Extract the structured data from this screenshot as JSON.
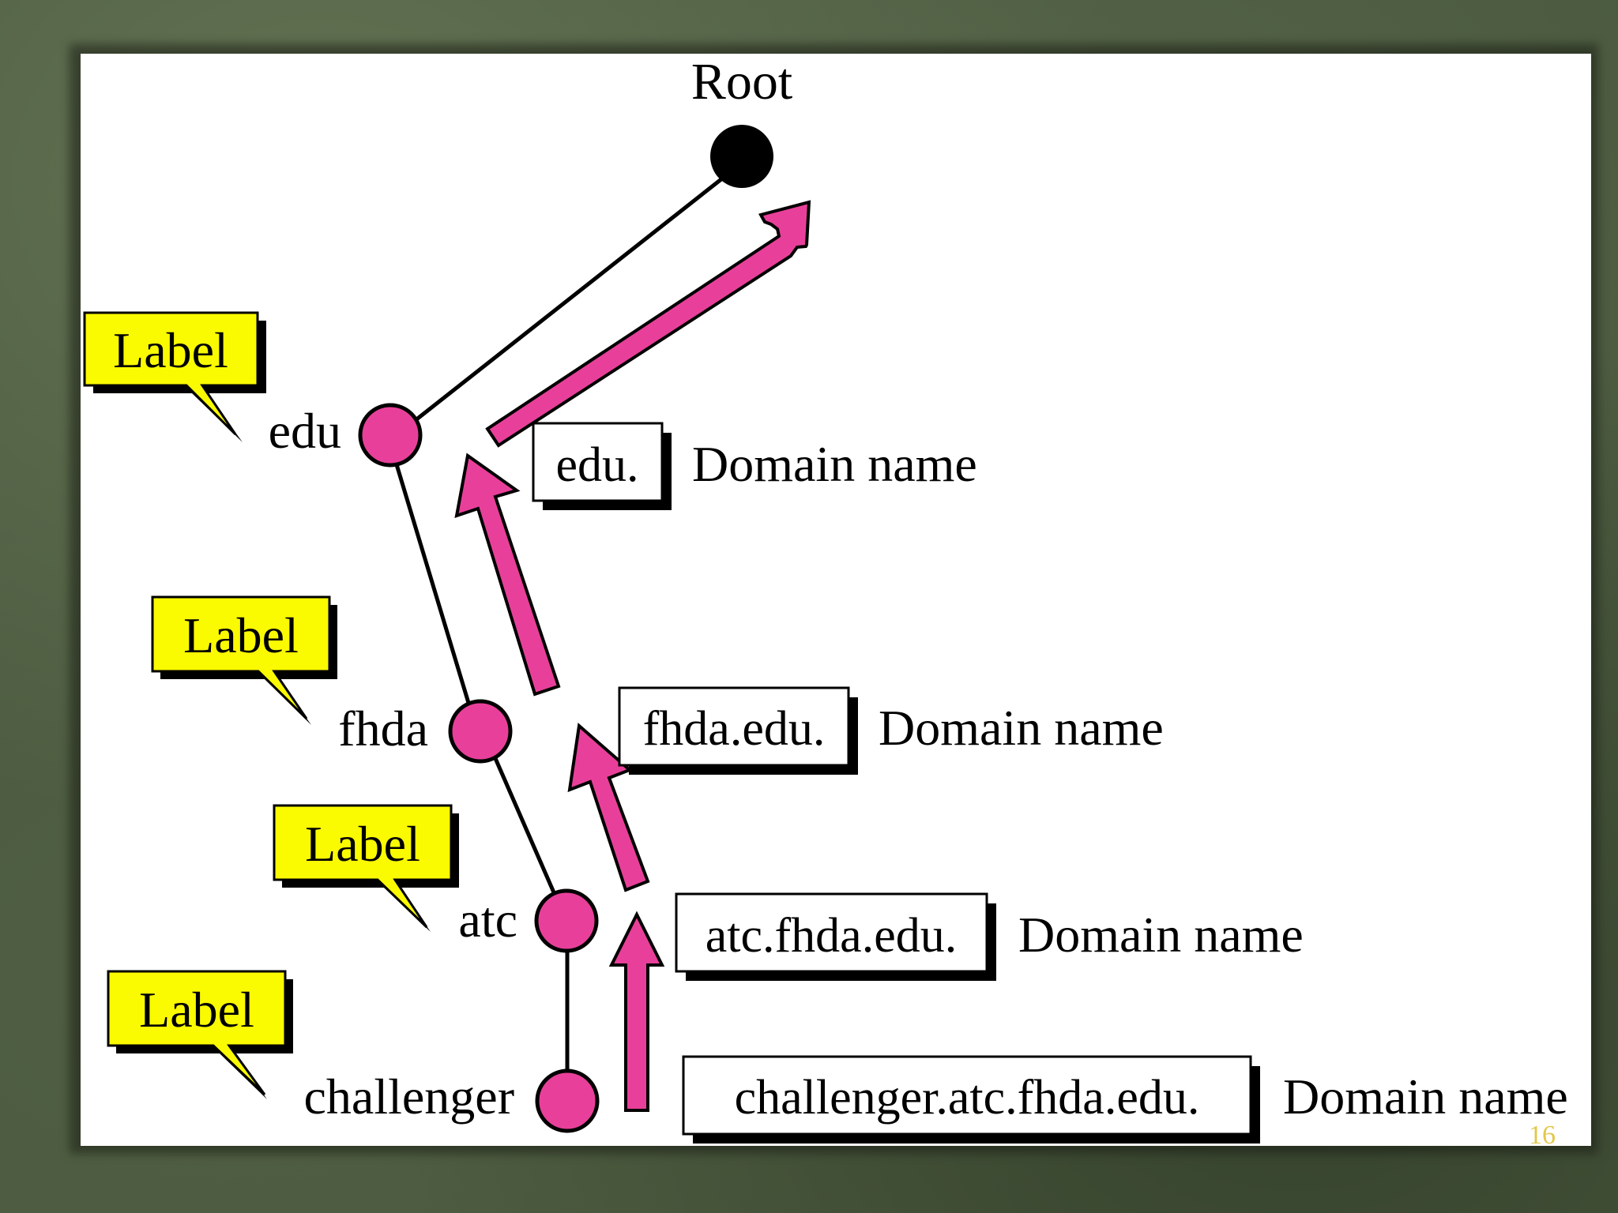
{
  "root_label": "Root",
  "nodes": [
    {
      "id": "edu",
      "label": "edu"
    },
    {
      "id": "fhda",
      "label": "fhda"
    },
    {
      "id": "atc",
      "label": "atc"
    },
    {
      "id": "challenger",
      "label": "challenger"
    }
  ],
  "callouts": [
    {
      "text": "Label"
    },
    {
      "text": "Label"
    },
    {
      "text": "Label"
    },
    {
      "text": "Label"
    }
  ],
  "domain_names": [
    {
      "box_text": "edu.",
      "caption": "Domain name"
    },
    {
      "box_text": "fhda.edu.",
      "caption": "Domain name"
    },
    {
      "box_text": "atc.fhda.edu.",
      "caption": "Domain name"
    },
    {
      "box_text": "challenger.atc.fhda.edu.",
      "caption": "Domain name"
    }
  ],
  "slide_number": "16",
  "colors": {
    "node_fill": "#e8409a",
    "arrow_fill": "#e8409a",
    "callout_fill": "#fafa00",
    "root_fill": "#000000",
    "background": "#4b5a3f"
  }
}
